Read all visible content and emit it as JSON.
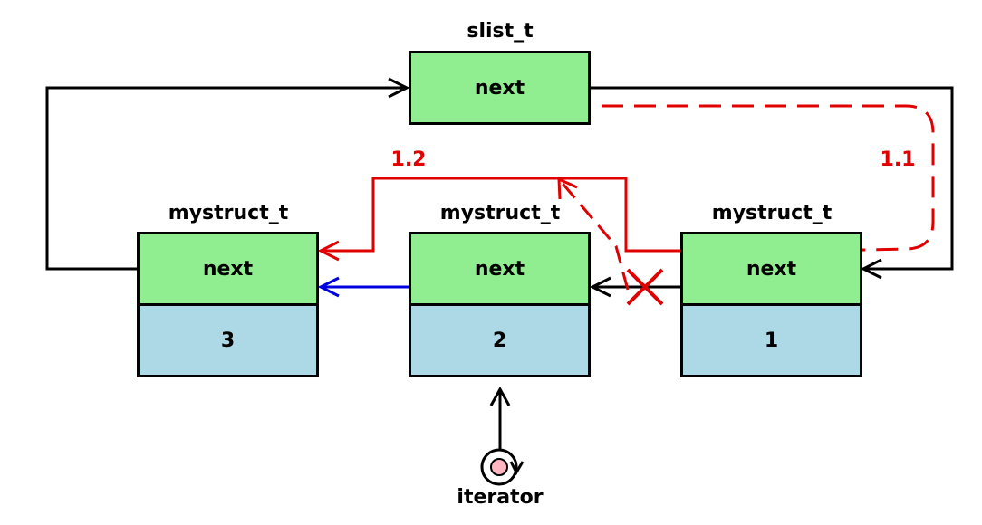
{
  "colors": {
    "next_fill": "#90ee90",
    "value_fill": "#add8e6",
    "removal": "#e00000",
    "new_link": "#0000dd",
    "iterator_fill": "#ffb6c1"
  },
  "slist": {
    "title": "slist_t",
    "field": "next"
  },
  "nodes": [
    {
      "title": "mystruct_t",
      "field": "next",
      "value": "3"
    },
    {
      "title": "mystruct_t",
      "field": "next",
      "value": "2"
    },
    {
      "title": "mystruct_t",
      "field": "next",
      "value": "1"
    }
  ],
  "steps": {
    "step_1_1": "1.1",
    "step_1_2": "1.2"
  },
  "iterator": {
    "label": "iterator"
  }
}
